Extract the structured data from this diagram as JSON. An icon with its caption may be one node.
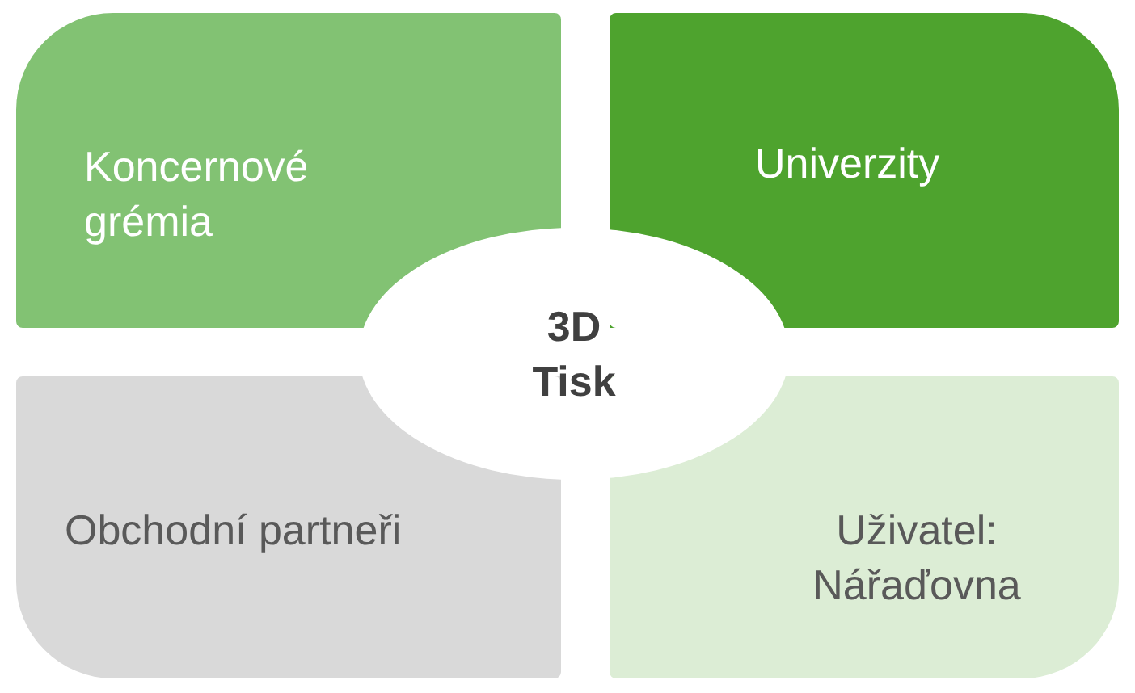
{
  "diagram": {
    "nodes": [
      {
        "text": [
          "Koncernové grémia"
        ]
      },
      {
        "text": [
          "Univerzity"
        ]
      },
      {
        "text": [
          "3D Tisk"
        ]
      },
      {
        "text": [
          "Obchodní partneři"
        ]
      },
      {
        "text": [
          "Uživatel: Nářaďovna"
        ]
      }
    ]
  }
}
